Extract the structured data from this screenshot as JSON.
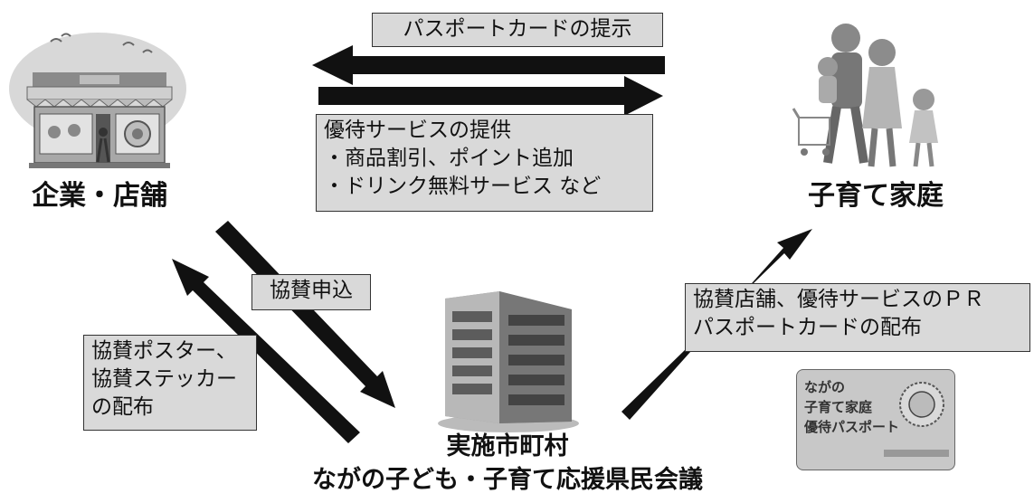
{
  "nodes": {
    "store": {
      "label": "企業・店舗"
    },
    "family": {
      "label": "子育て家庭"
    },
    "municipality": {
      "line1": "実施市町村",
      "line2": "ながの子ども・子育て応援県民会議"
    }
  },
  "flows": {
    "passport_present": "パスポートカードの提示",
    "benefit": {
      "line1": "優待サービスの提供",
      "line2": "・商品割引、ポイント追加",
      "line3": "・ドリンク無料サービス など"
    },
    "sponsor_apply": "協賛申込",
    "poster": {
      "line1": "協賛ポスター、",
      "line2": "協賛ステッカー",
      "line3": "の配布"
    },
    "pr": {
      "line1": "協賛店舗、優待サービスのＰＲ",
      "line2": "パスポートカードの配布"
    }
  },
  "card": {
    "line1": "ながの",
    "line2": "子育て家庭",
    "line3": "優待パスポート"
  },
  "colors": {
    "arrow": "#111111",
    "box_fill": "#d9d9d9",
    "box_border": "#333333"
  }
}
